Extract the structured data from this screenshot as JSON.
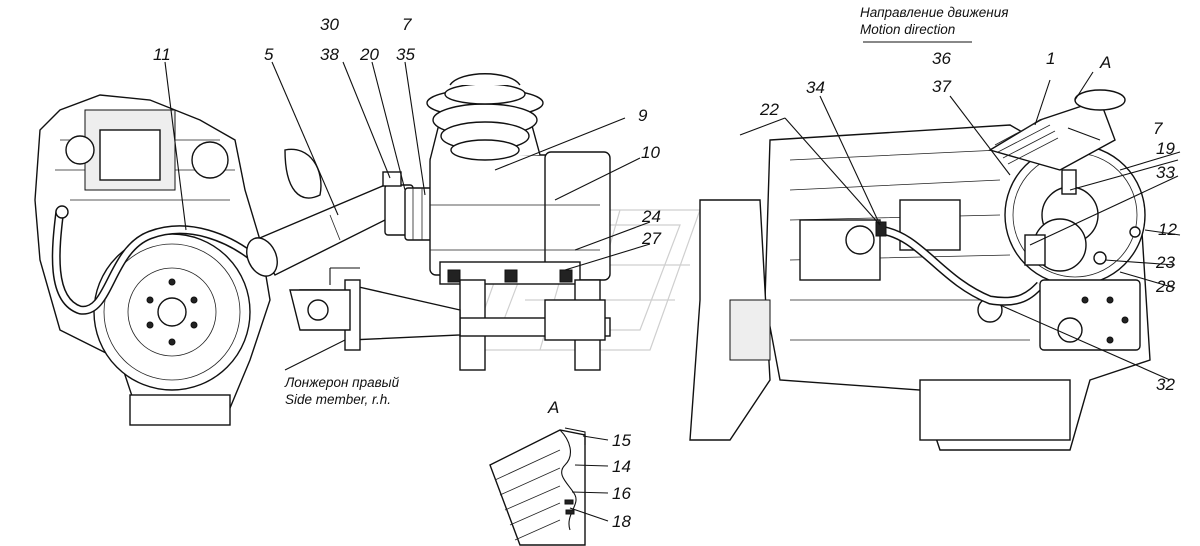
{
  "captions": {
    "direction_ru": "Направление движения",
    "direction_en": "Motion direction",
    "side_member_ru": "Лонжерон правый",
    "side_member_en": "Side member, r.h.",
    "view_a": "A",
    "view_a_detail": "A"
  },
  "callouts": {
    "n11": "11",
    "n5": "5",
    "n30": "30",
    "n38": "38",
    "n20": "20",
    "n7_left": "7",
    "n35": "35",
    "n9": "9",
    "n10": "10",
    "n24": "24",
    "n27": "27",
    "n22": "22",
    "n34": "34",
    "n36": "36",
    "n37": "37",
    "n1": "1",
    "n7_right": "7",
    "n19": "19",
    "n33": "33",
    "n12": "12",
    "n23": "23",
    "n28": "28",
    "n32": "32",
    "n15": "15",
    "n14": "14",
    "n16": "16",
    "n18": "18"
  }
}
